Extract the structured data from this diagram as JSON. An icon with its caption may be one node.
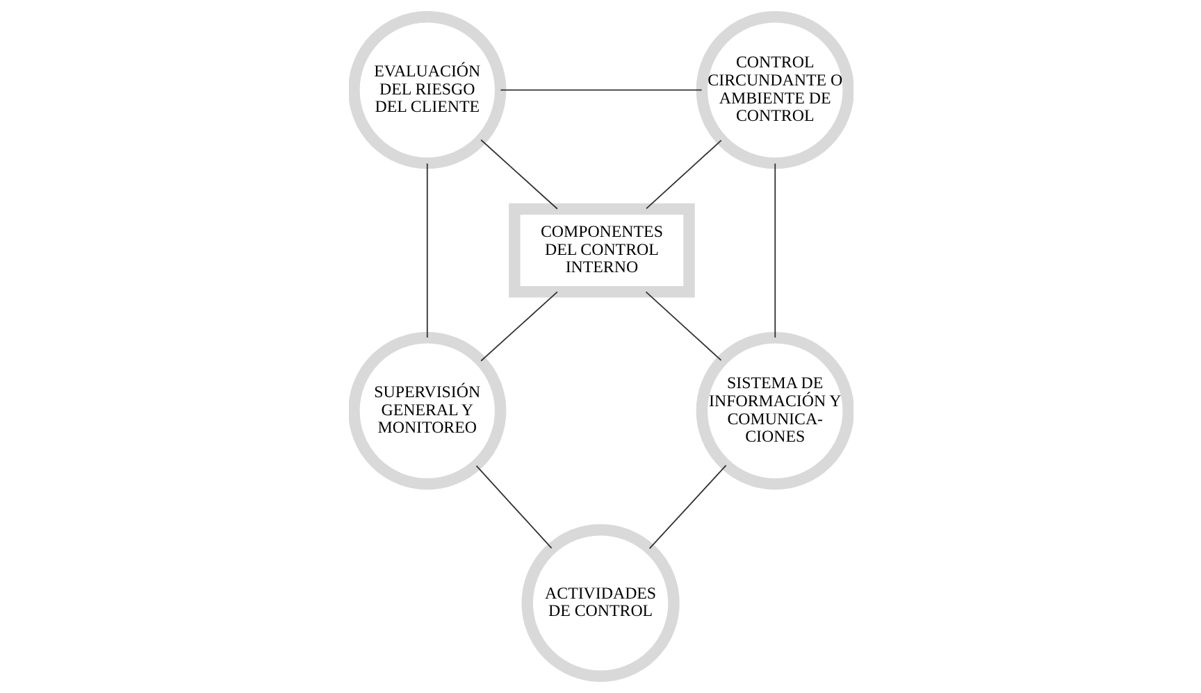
{
  "diagram": {
    "nodes": [
      {
        "text": [
          "EVALUACIÓN DEL RIESGO DEL CLIENTE"
        ]
      },
      {
        "text": [
          "CONTROL CIRCUNDANTE O AMBIENTE DE CONTROL"
        ]
      },
      {
        "text": [
          "COMPONENTES DEL CONTROL INTERNO"
        ]
      },
      {
        "text": [
          "SUPERVISIÓN GENERAL Y MONITOREO"
        ]
      },
      {
        "text": [
          "SISTEMA DE INFORMACIÓN Y COMUNICA- CIONES"
        ]
      },
      {
        "text": [
          "ACTIVIDADES DE CONTROL"
        ]
      }
    ],
    "edges": [
      {
        "from": 0,
        "to": 1,
        "arrow": "none"
      },
      {
        "from": 0,
        "to": 2,
        "arrow": "none"
      },
      {
        "from": 1,
        "to": 2,
        "arrow": "none"
      },
      {
        "from": 0,
        "to": 3,
        "arrow": "none"
      },
      {
        "from": 3,
        "to": 2,
        "arrow": "none"
      },
      {
        "from": 1,
        "to": 4,
        "arrow": "none"
      },
      {
        "from": 2,
        "to": 4,
        "arrow": "none"
      },
      {
        "from": 3,
        "to": 5,
        "arrow": "none"
      },
      {
        "from": 5,
        "to": 4,
        "arrow": "none"
      }
    ]
  }
}
